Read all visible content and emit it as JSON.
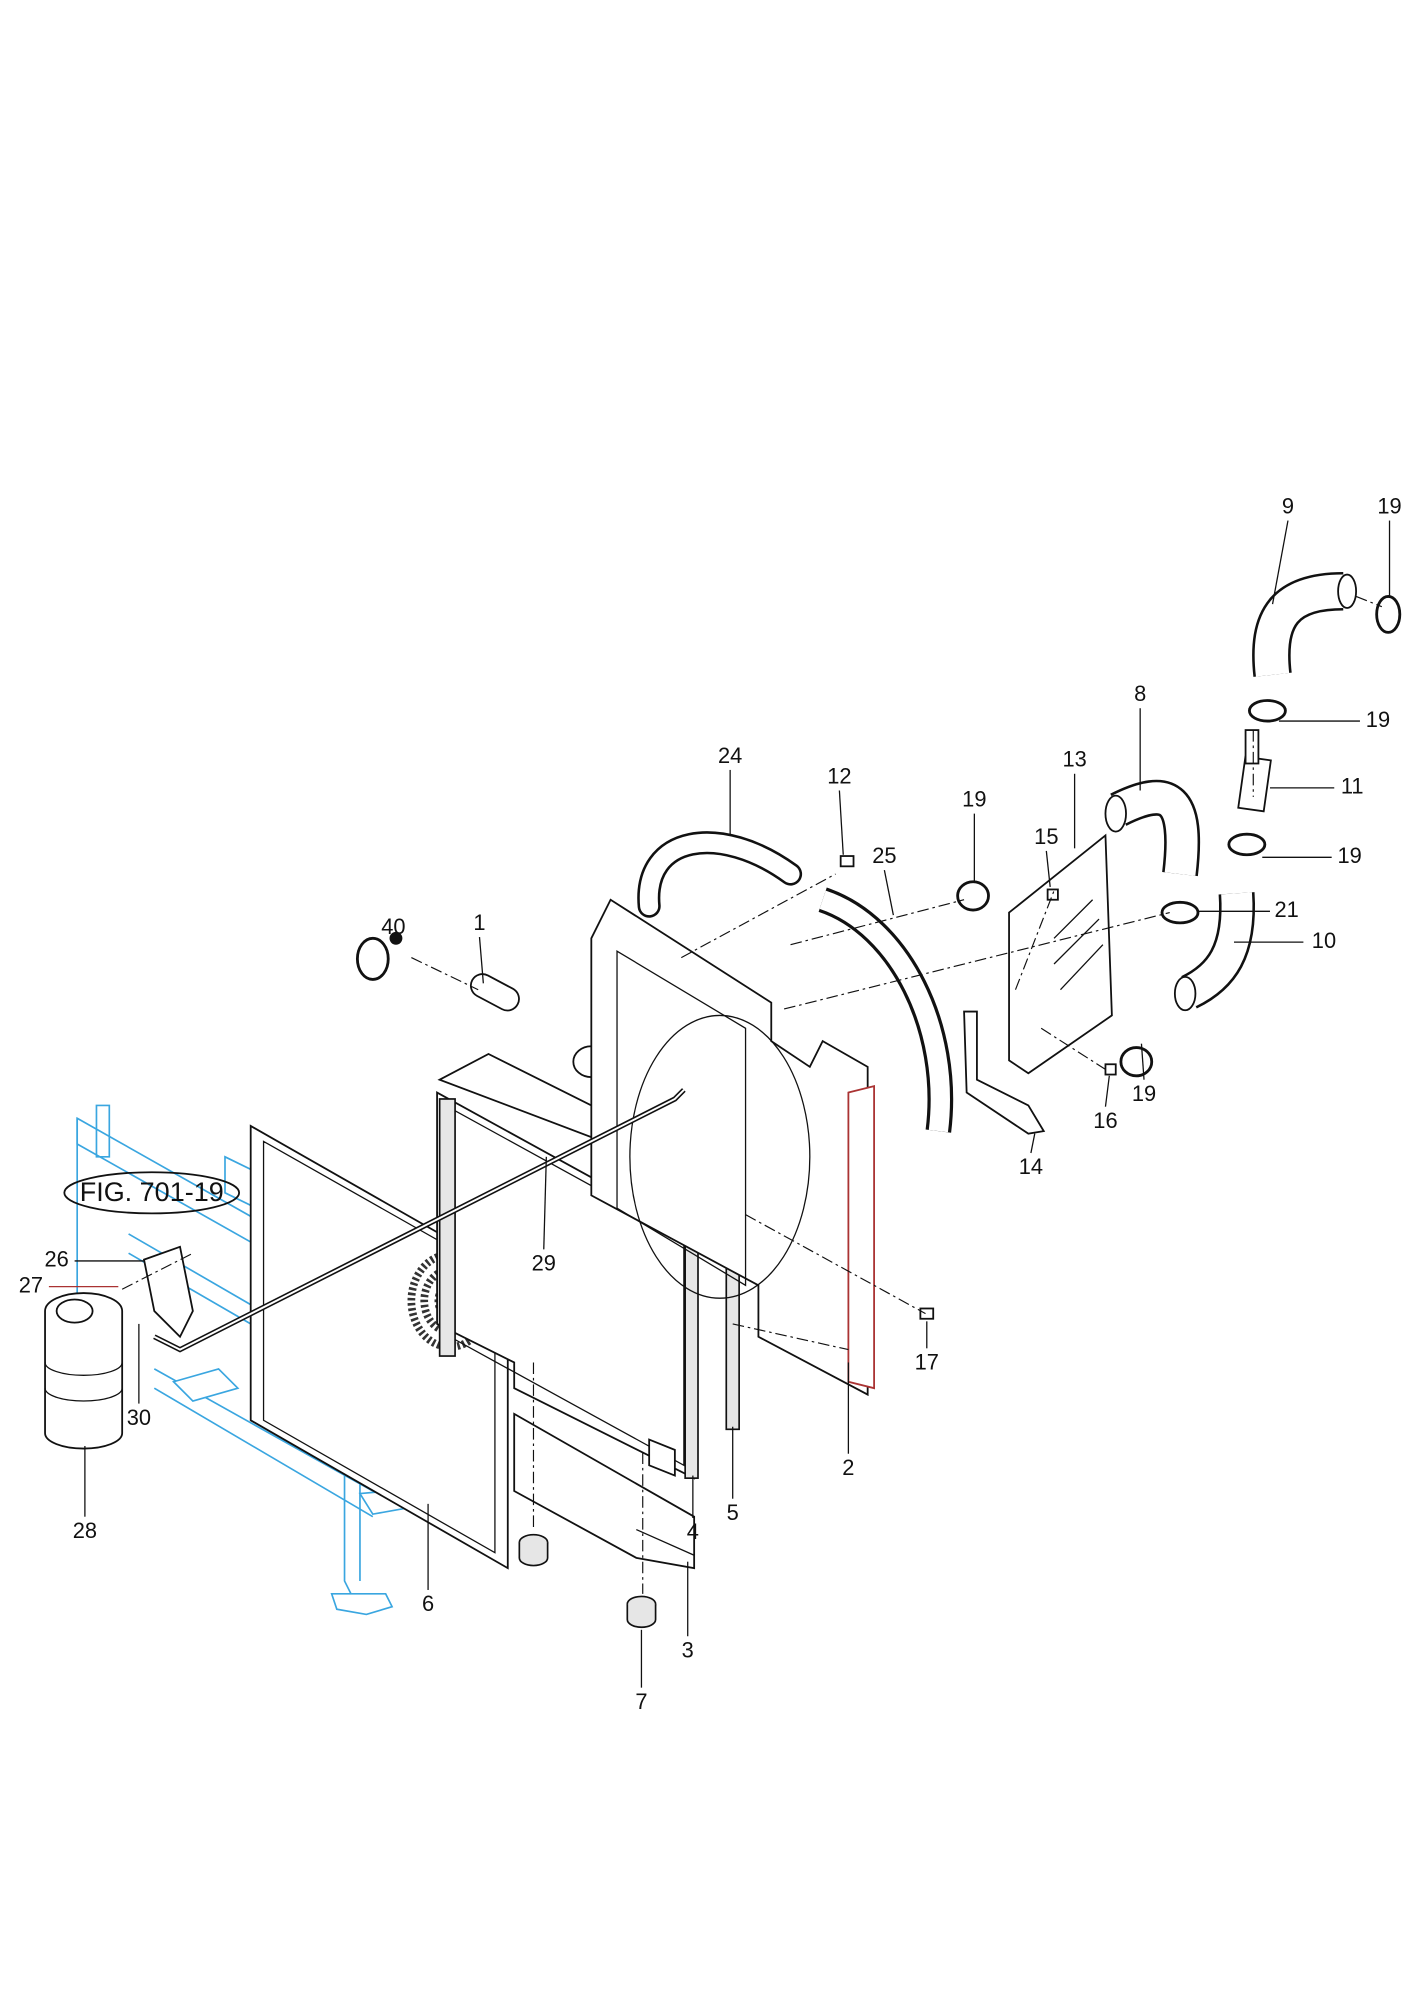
{
  "figure_reference": "FIG. 701-19",
  "callouts": {
    "c1": "1",
    "c2": "2",
    "c3": "3",
    "c4": "4",
    "c5": "5",
    "c6": "6",
    "c7": "7",
    "c8": "8",
    "c9": "9",
    "c10": "10",
    "c11": "11",
    "c12": "12",
    "c13": "13",
    "c14": "14",
    "c15": "15",
    "c16": "16",
    "c17": "17",
    "c19a": "19",
    "c19b": "19",
    "c19c": "19",
    "c19d": "19",
    "c19e": "19",
    "c21": "21",
    "c24": "24",
    "c25": "25",
    "c26": "26",
    "c27": "27",
    "c28": "28",
    "c29": "29",
    "c30": "30",
    "c40": "40"
  }
}
